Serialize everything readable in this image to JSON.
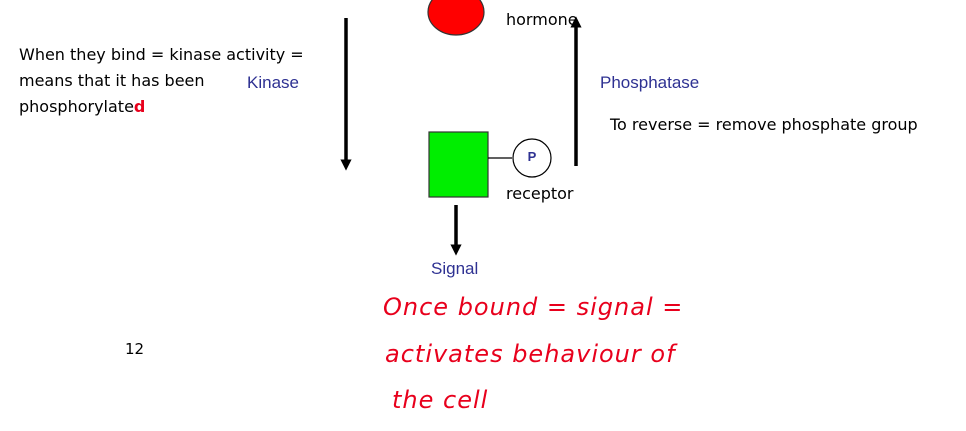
{
  "notes": {
    "line1": "When they bind = kinase activity =",
    "line2": "means that it has been",
    "line3_typed": "phosphorylate",
    "line3_handwritten": "d",
    "reverse": "To reverse = remove phosphate group"
  },
  "labels": {
    "hormone": "hormone",
    "receptor": "receptor",
    "kinase": "Kinase",
    "phosphatase": "Phosphatase",
    "signal": "Signal",
    "phosphate": "P",
    "page_number": "12"
  },
  "handwriting": {
    "line1": "Once  bound = signal =",
    "line2": "activates behaviour of",
    "line3": "the cell"
  },
  "colors": {
    "hormone": "#ff0000",
    "receptor": "#00ee00",
    "label_blue": "#2e3192",
    "ink_red": "#e8001c"
  }
}
